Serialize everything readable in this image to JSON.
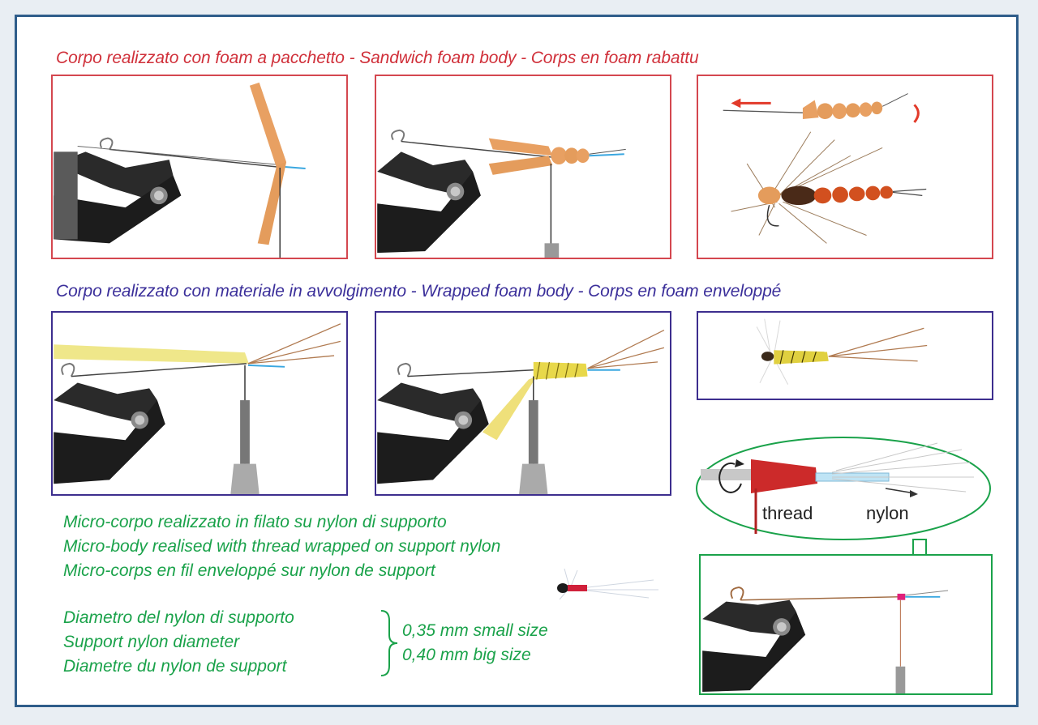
{
  "sections": {
    "sandwich_title": "Corpo realizzato con foam a pacchetto - Sandwich foam body - Corps en foam rabattu",
    "wrapped_title": "Corpo realizzato con materiale in avvolgimento - Wrapped foam body - Corps en foam enveloppé"
  },
  "micro": {
    "line1": "Micro-corpo realizzato in filato su nylon di supporto",
    "line2": "Micro-body realised with thread wrapped on support nylon",
    "line3": "Micro-corps en fil enveloppé sur nylon de support"
  },
  "diameter": {
    "line1": "Diametro del nylon di supporto",
    "line2": "Support nylon diameter",
    "line3": "Diametre du nylon de support",
    "size_small": "0,35 mm small size",
    "size_big": "0,40 mm big size"
  },
  "bubble": {
    "thread_label": "thread",
    "nylon_label": "nylon"
  },
  "colors": {
    "sandwich_accent": "#d4474f",
    "wrapped_accent": "#3d2e8e",
    "micro_accent": "#1aa24a",
    "frame": "#2f5d8a"
  }
}
